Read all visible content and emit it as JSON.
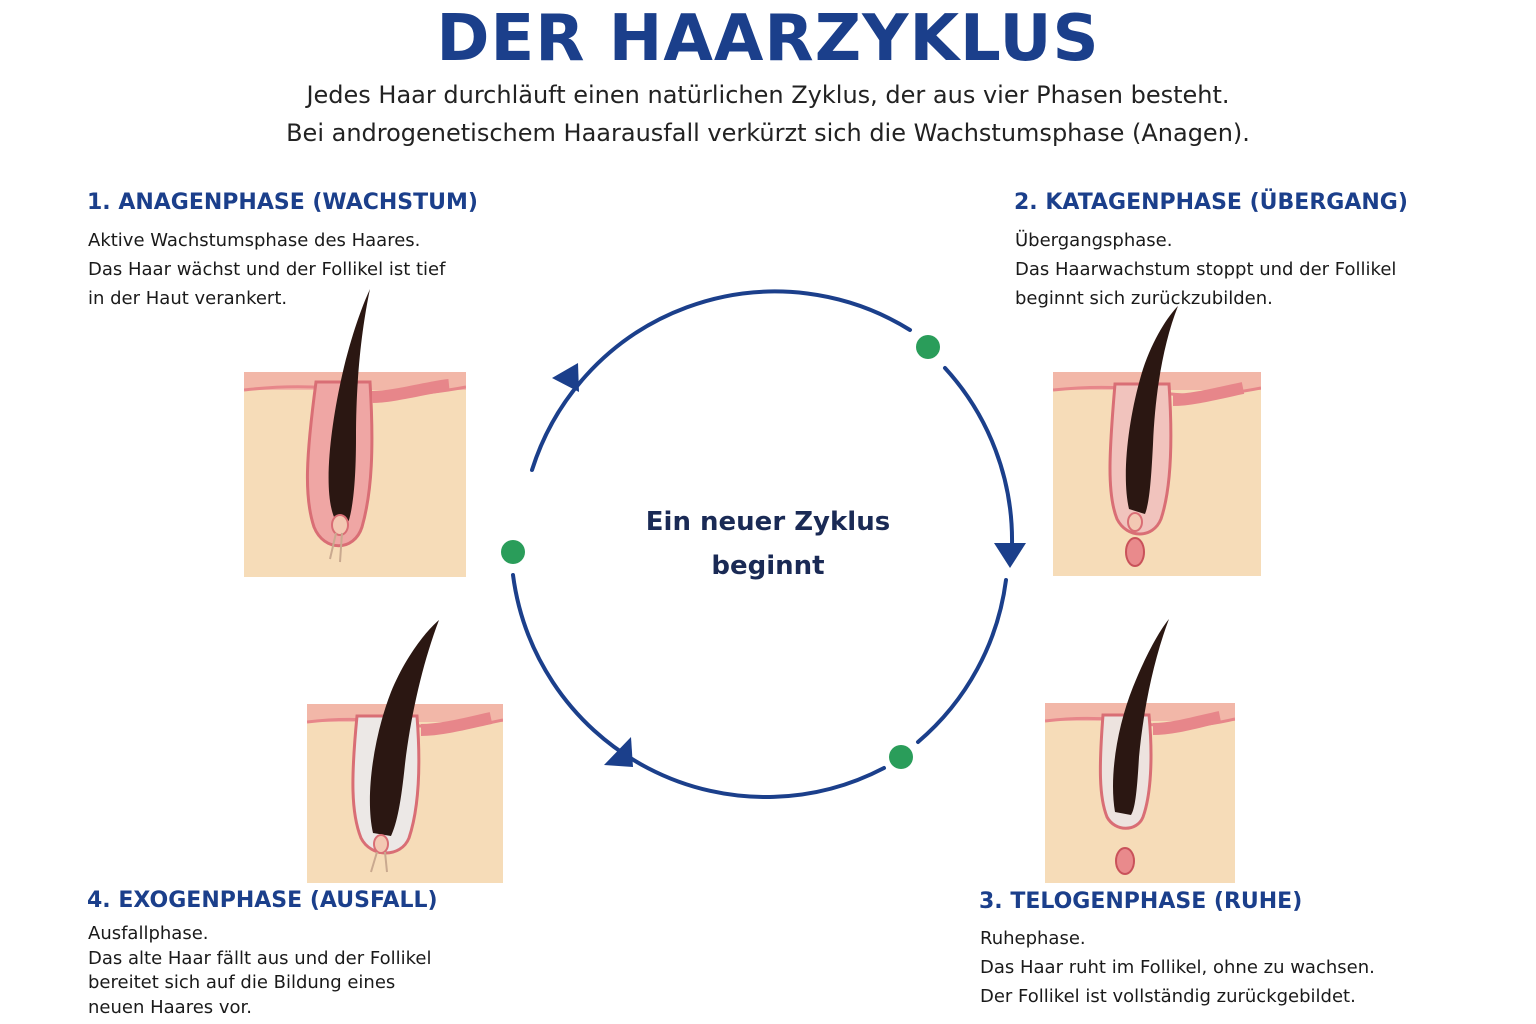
{
  "title": "DER HAARZYKLUS",
  "intro": [
    "Jedes Haar durchläuft einen natürlichen Zyklus, der aus vier Phasen besteht.",
    "Bei androgenetischem Haarausfall verkürzt sich die Wachstumsphase (Anagen)."
  ],
  "center": [
    "Ein neuer Zyklus",
    "beginnt"
  ],
  "phases": [
    {
      "heading": "1. ANAGENPHASE (WACHSTUM)",
      "lines": [
        "Aktive Wachstumsphase des Haares.",
        "Das Haar wächst und der Follikel ist tief",
        "in der Haut verankert."
      ]
    },
    {
      "heading": "2. KATAGENPHASE (ÜBERGANG)",
      "lines": [
        "Übergangsphase.",
        "Das Haarwachstum stoppt und der Follikel",
        "beginnt sich zurückzubilden."
      ]
    },
    {
      "heading": "3. TELOGENPHASE (RUHE)",
      "lines": [
        "Ruhephase.",
        "Das Haar ruht im Follikel, ohne zu wachsen.",
        "Der Follikel ist vollständig zurückgebildet."
      ]
    },
    {
      "heading": "4. EXOGENPHASE (AUSFALL)",
      "lines": [
        "Ausfallphase.",
        "Das alte Haar fällt aus und der Follikel",
        "bereitet sich auf die Bildung eines",
        "neuen Haares vor."
      ]
    }
  ],
  "colors": {
    "title": "#1b3f8b",
    "cycle_ring": "#1b3f8b",
    "marker_dot": "#2a9d5a",
    "skin": "#f6dcb8",
    "skin_top": "#f2b7a8",
    "follicle": "#e7868a",
    "hair": "#2b1712"
  }
}
